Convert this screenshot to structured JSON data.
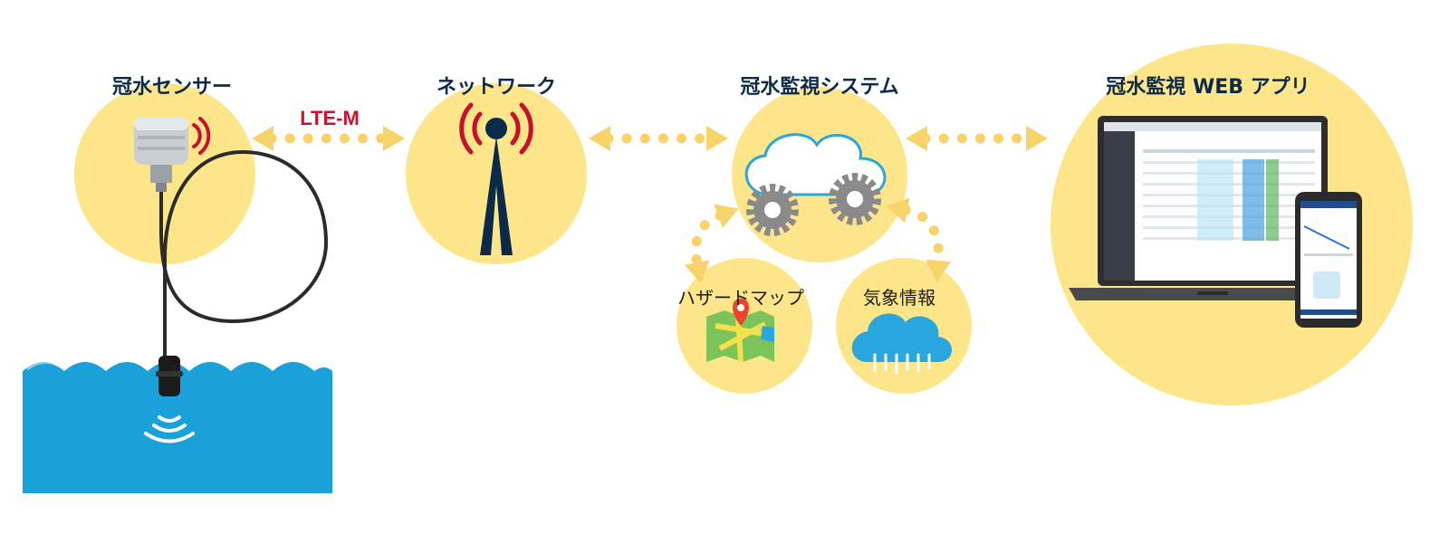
{
  "colors": {
    "circle": "#fde68a",
    "water": "#1aa1d9",
    "navy": "#0b2a4a",
    "signal": "#c8102e",
    "arrow": "#f7d36a",
    "cloud_blue": "#2aa6de",
    "gear": "#8a8a8a"
  },
  "nodes": {
    "sensor": {
      "title": "冠水センサー",
      "icon": "water-level-sensor-icon"
    },
    "network": {
      "title": "ネットワーク",
      "icon": "antenna-icon"
    },
    "system": {
      "title": "冠水監視システム",
      "icon": "cloud-gears-icon"
    },
    "webapp": {
      "title": "冠水監視 WEB アプリ",
      "icon": "laptop-smartphone-icon"
    }
  },
  "sub_nodes": {
    "hazard_map": {
      "title": "ハザードマップ",
      "icon": "map-pin-icon"
    },
    "weather": {
      "title": "気象情報",
      "icon": "rain-cloud-icon"
    }
  },
  "links": {
    "sensor_network": {
      "label": "LTE-M"
    }
  }
}
